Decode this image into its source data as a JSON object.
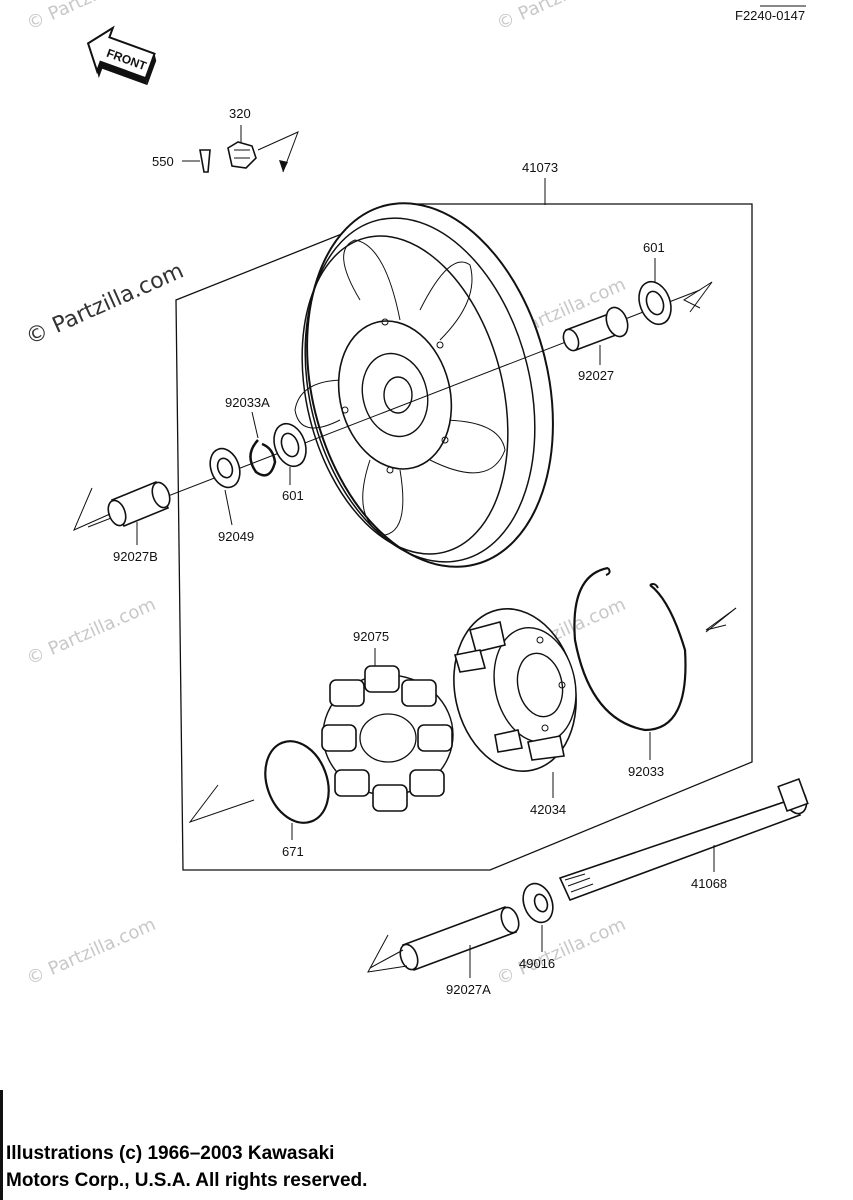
{
  "figure_code": "F2240-0147",
  "front_label": "FRONT",
  "watermark_text": "© Partzilla.com",
  "parts": {
    "p320": "320",
    "p550": "550",
    "p41073": "41073",
    "p601_right": "601",
    "p92027": "92027",
    "p92033A": "92033A",
    "p601_left": "601",
    "p92049": "92049",
    "p92027B": "92027B",
    "p92075": "92075",
    "p92033": "92033",
    "p42034": "42034",
    "p671": "671",
    "p41068": "41068",
    "p49016": "49016",
    "p92027A": "92027A"
  },
  "copyright": {
    "line1": "Illustrations (c) 1966–2003 Kawasaki",
    "line2": "Motors Corp., U.S.A.  All rights reserved."
  }
}
